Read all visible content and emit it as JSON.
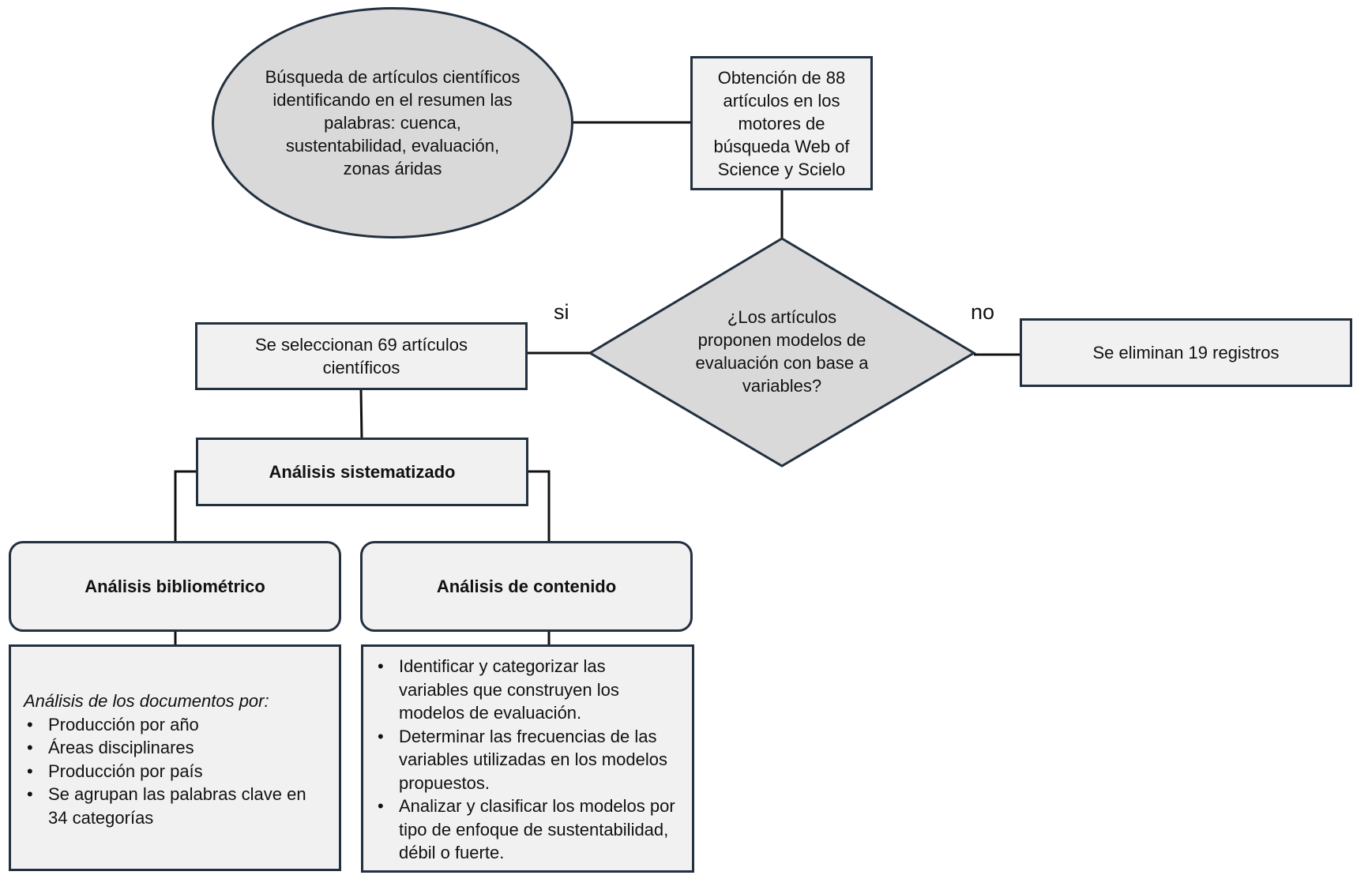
{
  "nodes": {
    "search": "Búsqueda de artículos científicos identificando en el resumen las palabras: cuenca, sustentabilidad, evaluación, zonas áridas",
    "obtained": "Obtención de 88 artículos en los motores de búsqueda Web of Science y Scielo",
    "decision": "¿Los artículos proponen modelos de evaluación con base a variables?",
    "selected": "Se seleccionan 69 artículos científicos",
    "eliminated": "Se eliminan 19 registros",
    "systematized": "Análisis sistematizado",
    "bibliometric": "Análisis bibliométrico",
    "content": "Análisis de contenido"
  },
  "edge_labels": {
    "yes": "si",
    "no": "no"
  },
  "bibliometric_details": {
    "intro": "Análisis de los documentos por:",
    "items": [
      "Producción por año",
      "Áreas disciplinares",
      "Producción por país",
      "Se agrupan las palabras clave en 34 categorías"
    ]
  },
  "content_details": {
    "items": [
      "Identificar y categorizar las variables que construyen los modelos de evaluación.",
      "Determinar las frecuencias de las variables utilizadas en los modelos propuestos.",
      "Analizar y clasificar los modelos por tipo de enfoque de sustentabilidad, débil o fuerte."
    ]
  },
  "colors": {
    "stroke": "#22303f",
    "box_fill": "#f1f1f1",
    "ellipse_fill": "#d9d9d9",
    "text": "#111111"
  }
}
